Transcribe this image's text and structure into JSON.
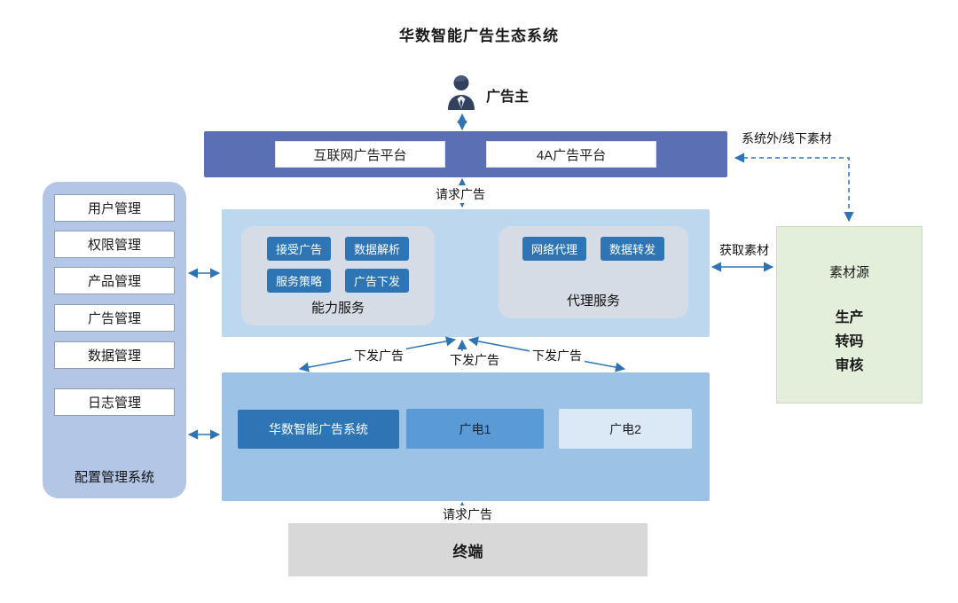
{
  "title": "华数智能广告生态系统",
  "advertiser": {
    "label": "广告主"
  },
  "platform_bar": {
    "items": [
      "互联网广告平台",
      "4A广告平台"
    ]
  },
  "arrow_labels": {
    "offline_material": "系统外/线下素材",
    "request_ad_top": "请求广告",
    "get_material": "获取素材",
    "dispatch_left": "下发广告",
    "dispatch_center": "下发广告",
    "dispatch_right": "下发广告",
    "request_ad_bottom": "请求广告"
  },
  "capability_service": {
    "title": "能力服务",
    "chips": [
      "接受广告",
      "数据解析",
      "服务策略",
      "广告下发"
    ]
  },
  "proxy_service": {
    "title": "代理服务",
    "chips": [
      "网络代理",
      "数据转发"
    ]
  },
  "material_source": {
    "title": "素材源",
    "steps": [
      "生产",
      "转码",
      "审核"
    ]
  },
  "config_system": {
    "title": "配置管理系统",
    "items": [
      "用户管理",
      "权限管理",
      "产品管理",
      "广告管理",
      "数据管理",
      "日志管理"
    ]
  },
  "delivery": {
    "systems": [
      "华数智能广告系统",
      "广电1",
      "广电2"
    ]
  },
  "terminal": {
    "label": "终端"
  },
  "colors": {
    "platform_bar": "#5b6fb4",
    "middle_section": "#bdd7ee",
    "service_box": "#d6dce5",
    "chip": "#2e75b6",
    "material_source": "#e3efdb",
    "sidebar": "#b3c6e6",
    "lower_section": "#9cc2e5",
    "primary_system": "#2e75b6",
    "broadcaster1": "#5b9bd5",
    "broadcaster2": "#dbe8f6",
    "terminal": "#d8d8d8",
    "arrow": "#2e74b5"
  }
}
